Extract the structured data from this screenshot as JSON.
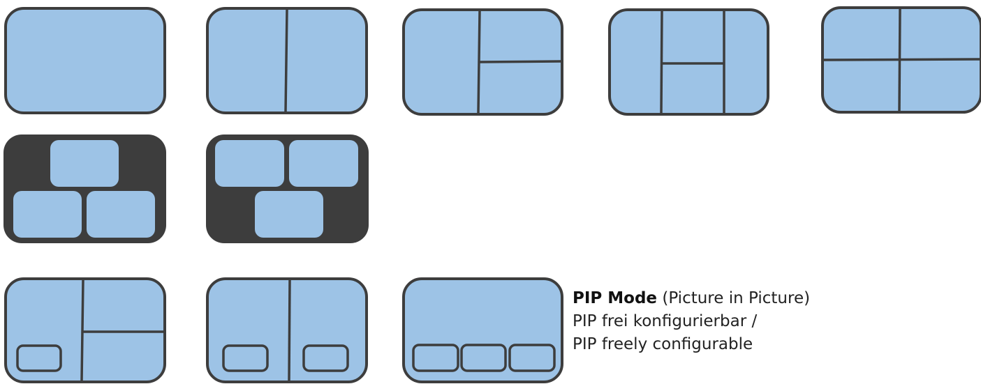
{
  "colors": {
    "screen_fill": "#9dc3e6",
    "frame": "#3d3d3d",
    "dark_background": "#3d3d3d",
    "text": "#222222"
  },
  "layouts": [
    {
      "name": "single-view-layout-icon",
      "type": "single"
    },
    {
      "name": "split-two-vertical-layout-icon",
      "type": "split2"
    },
    {
      "name": "one-plus-two-layout-icon",
      "type": "one_plus_two"
    },
    {
      "name": "three-column-center-split-layout-icon",
      "type": "three_col"
    },
    {
      "name": "quad-layout-icon",
      "type": "quad"
    },
    {
      "name": "pip-triple-one-top-two-bottom-icon",
      "type": "pip3_a"
    },
    {
      "name": "pip-triple-two-top-one-bottom-icon",
      "type": "pip3_b"
    },
    {
      "name": "pip-one-plus-two-with-inset-icon",
      "type": "pip_a"
    },
    {
      "name": "pip-split-with-two-insets-icon",
      "type": "pip_b"
    },
    {
      "name": "pip-full-with-three-insets-icon",
      "type": "pip_c"
    }
  ],
  "caption": {
    "title_bold": "PIP Mode",
    "title_rest": " (Picture in Picture)",
    "line2": "PIP frei konfigurierbar /",
    "line3": "PIP freely configurable"
  }
}
